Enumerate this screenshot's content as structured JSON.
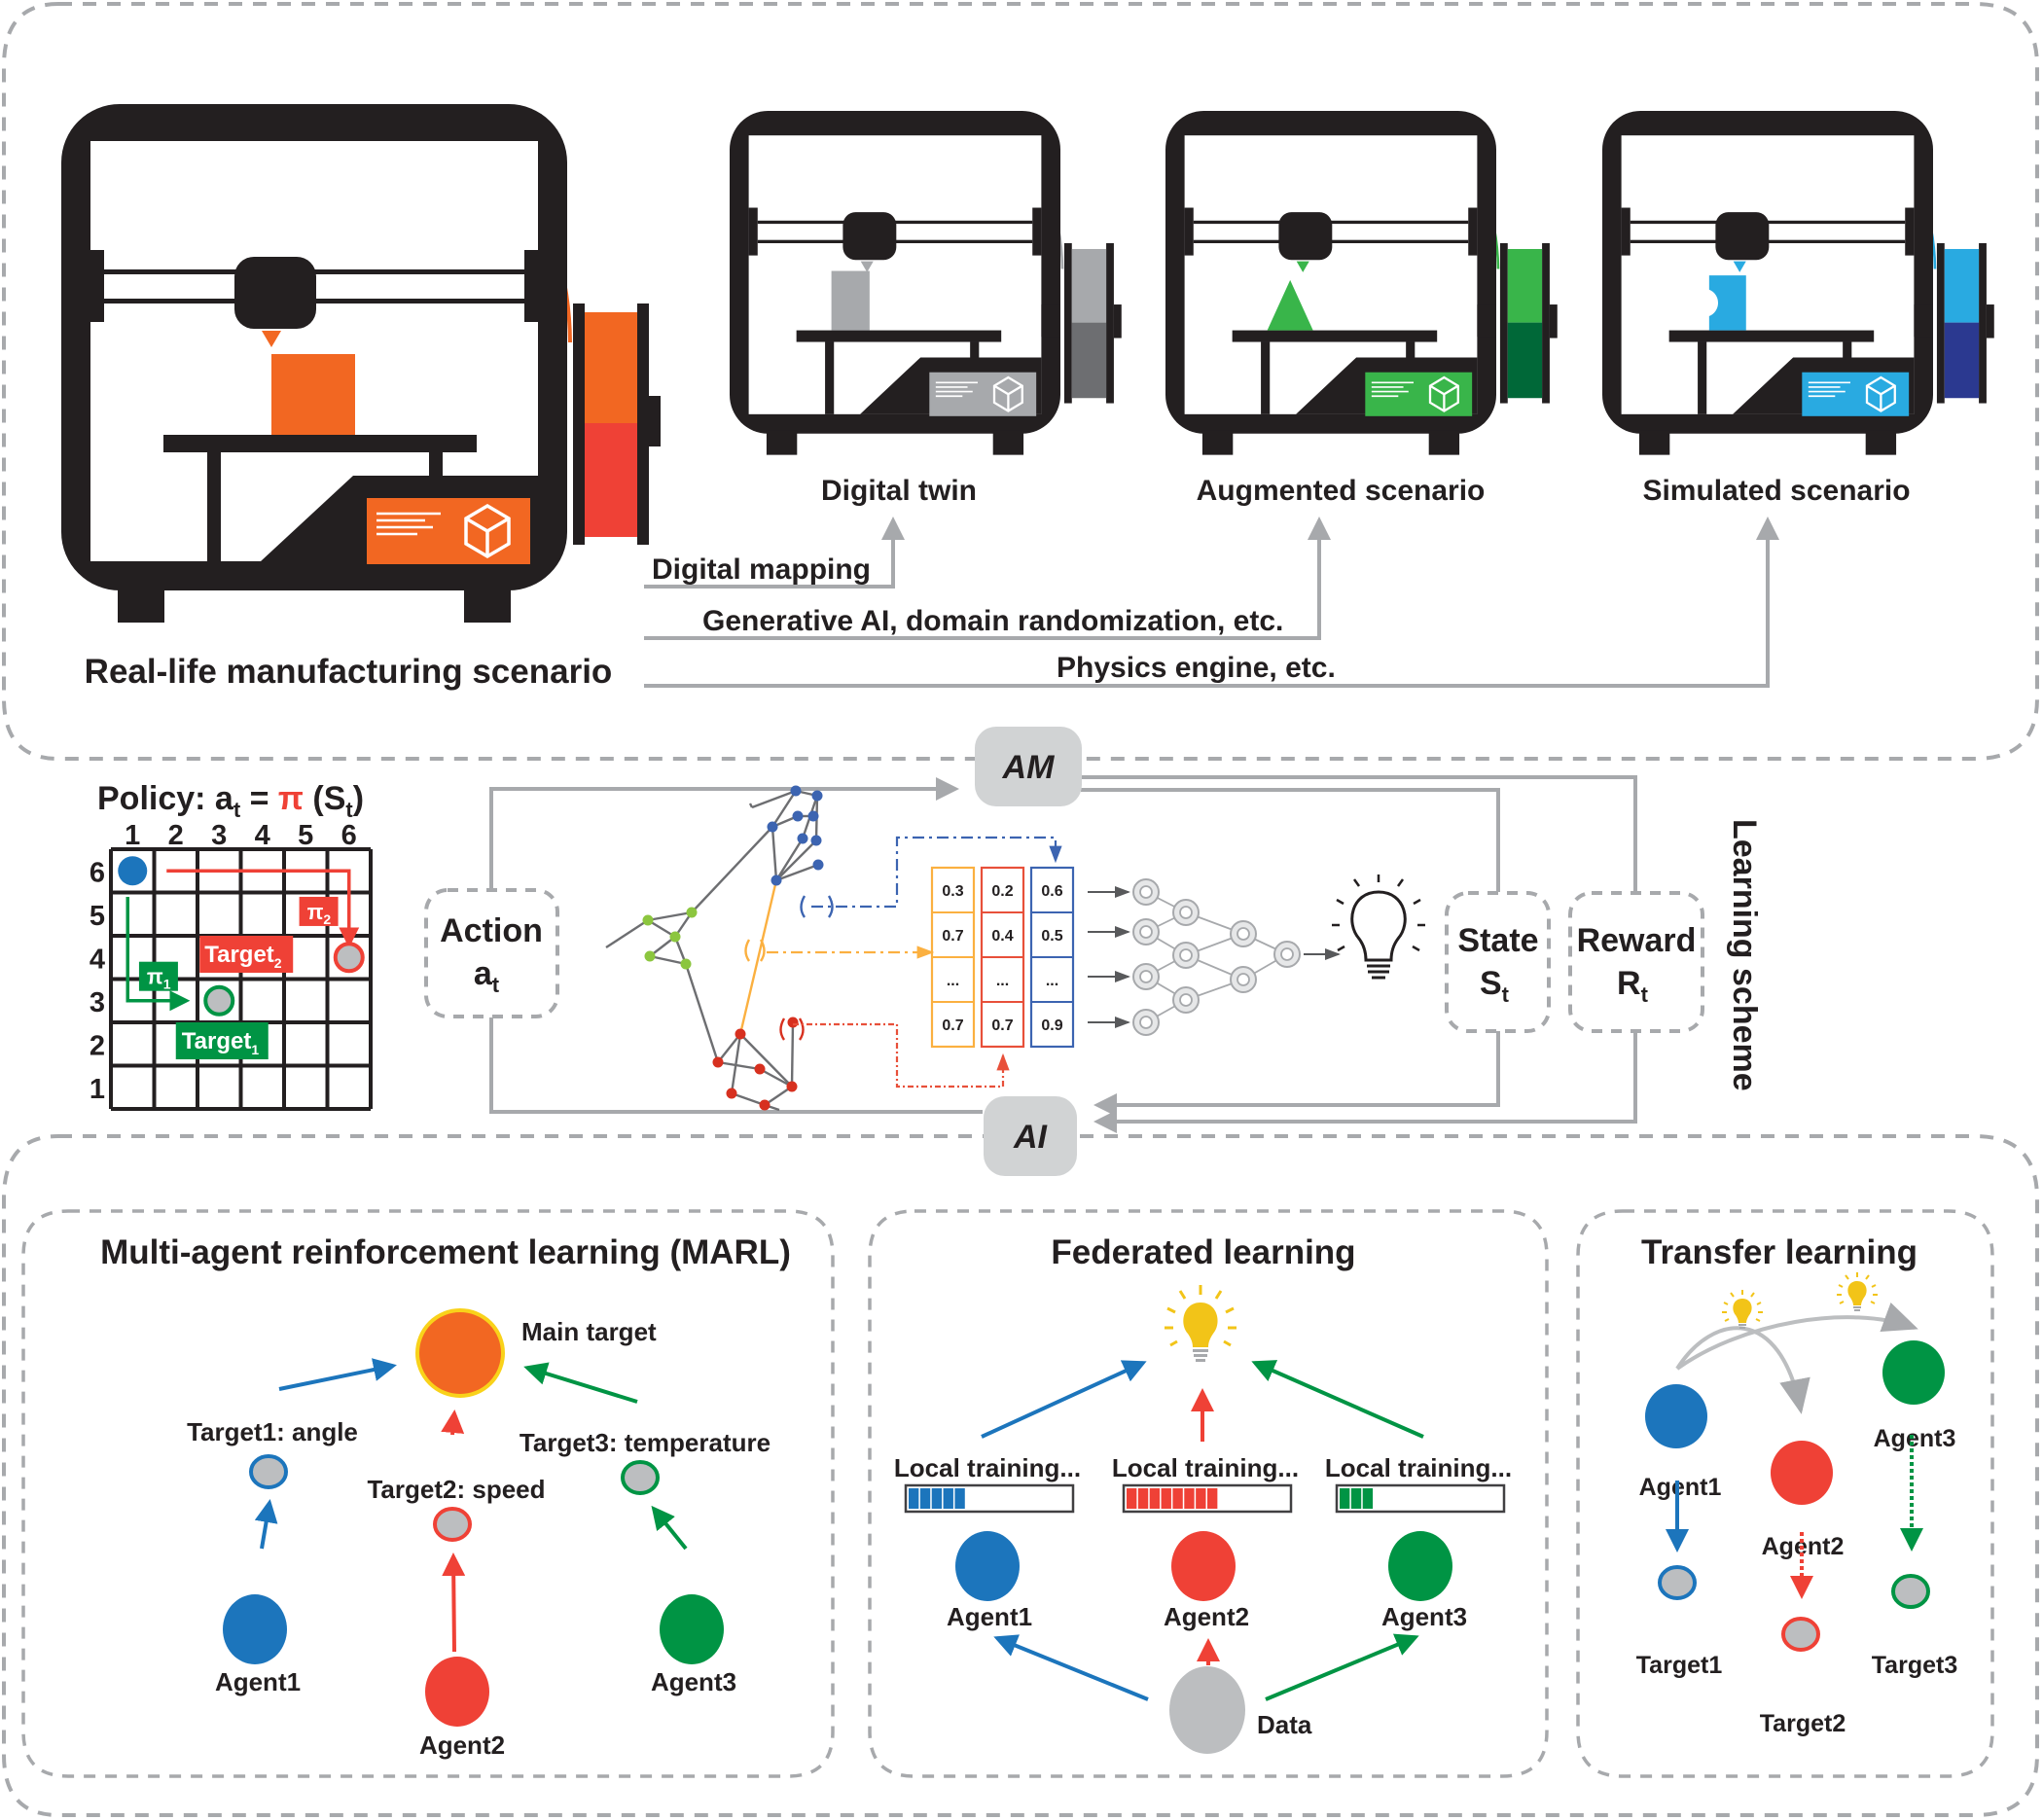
{
  "colors": {
    "ink": "#231f20",
    "frame_gray": "#a7a9ac",
    "orange": "#f26722",
    "red": "#ef4136",
    "blue": "#1c75bc",
    "green": "#009444",
    "light_green": "#39b54a",
    "dark_green": "#006838",
    "sky": "#29aae1",
    "navy": "#2b3990",
    "gray_fill": "#bcbec0",
    "yellow": "#f2c418"
  },
  "top_panel": {
    "main_scenario_label": "Real-life manufacturing scenario",
    "printers": [
      {
        "id": "real",
        "label": "Real-life manufacturing scenario",
        "accent": "orange",
        "object": "cube"
      },
      {
        "id": "twin",
        "label": "Digital twin",
        "accent": "gray",
        "object": "block"
      },
      {
        "id": "augmented",
        "label": "Augmented scenario",
        "accent": "green",
        "object": "cone"
      },
      {
        "id": "simulated",
        "label": "Simulated scenario",
        "accent": "blue",
        "object": "notched-block"
      }
    ],
    "flows": [
      {
        "label": "Digital mapping",
        "target": "Digital twin"
      },
      {
        "label": "Generative AI, domain randomization, etc.",
        "target": "Augmented scenario"
      },
      {
        "label": "Physics engine, etc.",
        "target": "Simulated scenario"
      }
    ]
  },
  "policy_grid": {
    "title_prefix": "Policy: a",
    "title_sub_t": "t",
    "title_eq": " = ",
    "title_pi": "π",
    "title_open": " (S",
    "title_close": ")",
    "columns": [
      "1",
      "2",
      "3",
      "4",
      "5",
      "6"
    ],
    "rows": [
      "6",
      "5",
      "4",
      "3",
      "2",
      "1"
    ],
    "agent_cell": {
      "col": 1,
      "row": 6
    },
    "target1": {
      "label": "Target",
      "sub": "1",
      "col": 3,
      "row": 3
    },
    "target2": {
      "label": "Target",
      "sub": "2",
      "col": 6,
      "row": 4
    },
    "pi1": {
      "label": "π",
      "sub": "1"
    },
    "pi2": {
      "label": "π",
      "sub": "2"
    }
  },
  "learning_scheme": {
    "side_label": "Learning scheme",
    "am_label": "AM",
    "ai_label": "AI",
    "action": {
      "title": "Action",
      "symbol": "a",
      "sub": "t"
    },
    "state": {
      "title": "State",
      "symbol": "S",
      "sub": "t"
    },
    "reward": {
      "title": "Reward",
      "symbol": "R",
      "sub": "t"
    },
    "feature_columns": [
      {
        "color": "yellow",
        "values": [
          "0.3",
          "0.7",
          "...",
          "0.7"
        ]
      },
      {
        "color": "red",
        "values": [
          "0.2",
          "0.4",
          "...",
          "0.7"
        ]
      },
      {
        "color": "blue",
        "values": [
          "0.6",
          "0.5",
          "...",
          "0.9"
        ]
      }
    ],
    "network_layers": [
      4,
      3,
      2,
      1
    ],
    "output_icon": "lightbulb-icon"
  },
  "marl": {
    "title": "Multi-agent reinforcement learning (MARL)",
    "main_target": "Main target",
    "targets": [
      "Target1: angle",
      "Target2: speed",
      "Target3: temperature"
    ],
    "agents": [
      "Agent1",
      "Agent2",
      "Agent3"
    ]
  },
  "federated": {
    "title": "Federated learning",
    "bars": [
      {
        "label": "Local training...",
        "segments_filled": 5,
        "segments_total": 14,
        "color": "blue"
      },
      {
        "label": "Local training...",
        "segments_filled": 8,
        "segments_total": 14,
        "color": "red"
      },
      {
        "label": "Local training...",
        "segments_filled": 3,
        "segments_total": 14,
        "color": "green"
      }
    ],
    "agents": [
      "Agent1",
      "Agent2",
      "Agent3"
    ],
    "data_label": "Data"
  },
  "transfer": {
    "title": "Transfer learning",
    "agents": [
      "Agent1",
      "Agent2",
      "Agent3"
    ],
    "targets": [
      "Target1",
      "Target2",
      "Target3"
    ]
  }
}
